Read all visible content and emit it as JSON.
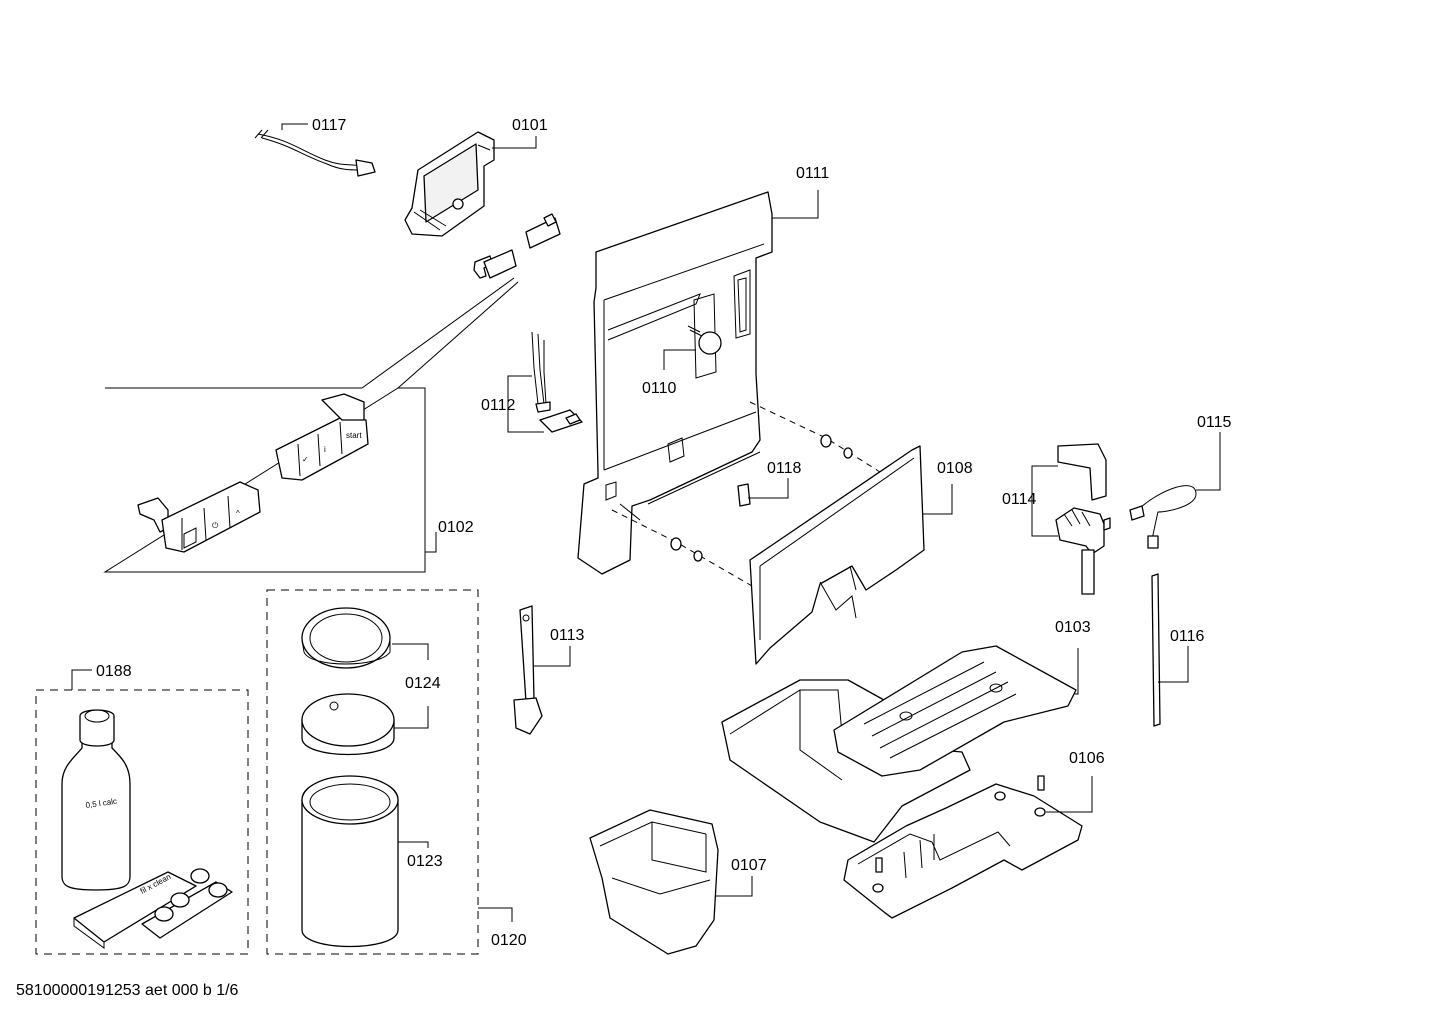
{
  "labels": {
    "p0117": "0117",
    "p0101": "0101",
    "p0111": "0111",
    "p0110": "0110",
    "p0112": "0112",
    "p0118": "0118",
    "p0108": "0108",
    "p0115": "0115",
    "p0114": "0114",
    "p0102": "0102",
    "p0113": "0113",
    "p0124": "0124",
    "p0188": "0188",
    "p0103": "0103",
    "p0116": "0116",
    "p0106": "0106",
    "p0123": "0123",
    "p0107": "0107",
    "p0120": "0120"
  },
  "button_texts": {
    "start": "start",
    "info": "i"
  },
  "bottle_text": "0,5 l calc",
  "tablet_text": "fil x clean",
  "footer": "58100000191253 aet 000 b 1/6"
}
